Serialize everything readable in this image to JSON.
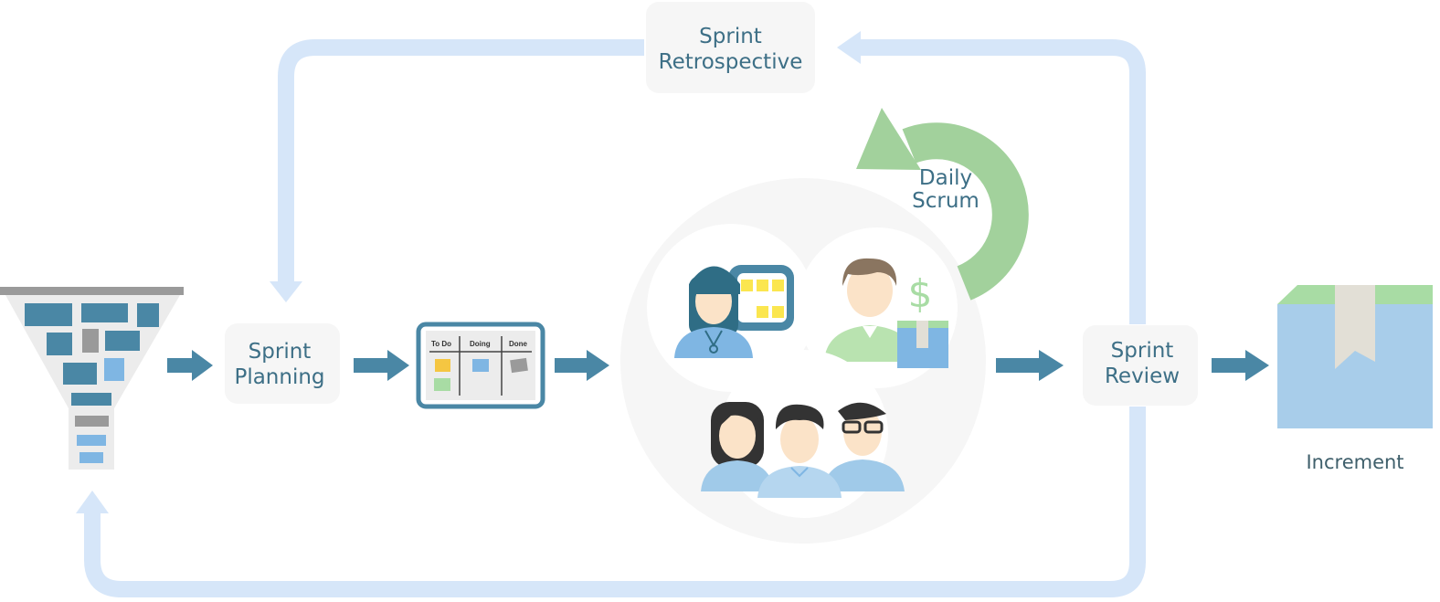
{
  "stages": {
    "retrospective": {
      "line1": "Sprint",
      "line2": "Retrospective"
    },
    "planning": {
      "line1": "Sprint",
      "line2": "Planning"
    },
    "daily_scrum": {
      "line1": "Daily",
      "line2": "Scrum"
    },
    "review": {
      "line1": "Sprint",
      "line2": "Review"
    },
    "increment": {
      "label": "Increment"
    }
  },
  "task_board": {
    "columns": [
      "To Do",
      "Doing",
      "Done"
    ]
  },
  "icons": {
    "backlog": "funnel-icon",
    "board": "task-board-icon",
    "product_owner": "product-owner-icon",
    "scrum_master": "scrum-master-icon",
    "dev_team": "development-team-icon",
    "increment": "box-icon",
    "loop": "cycle-arrow-icon",
    "flow": "right-arrow-icon",
    "currency": "dollar-icon"
  },
  "colors": {
    "loop_arrow": "#d6e6f9",
    "flow_arrow": "#4a87a5",
    "daily_arrow": "#a2d19c",
    "label_text": "#3d6f86",
    "label_box": "#f6f6f6"
  }
}
